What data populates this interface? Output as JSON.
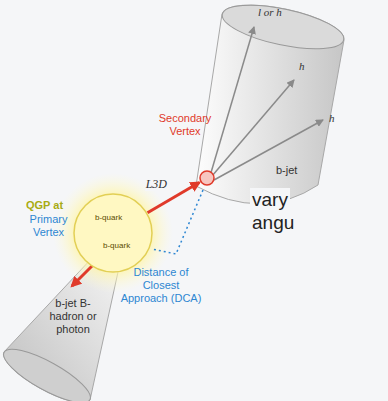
{
  "diagram": {
    "nodes": [
      {
        "text": [
          "QGP at",
          "Primary Vertex",
          "b-quark",
          "b-quark"
        ]
      },
      {
        "text": [
          "Secondary Vertex"
        ]
      }
    ],
    "edges": [
      {
        "from": 0,
        "to": 1,
        "arrow": "to",
        "label": "L3D"
      }
    ],
    "labels": [
      "l or h",
      "h",
      "h",
      "b-jet",
      "vary",
      "angu",
      "Distance of Closest Approach (DCA)",
      "b-jet B-hadron or photon"
    ]
  }
}
